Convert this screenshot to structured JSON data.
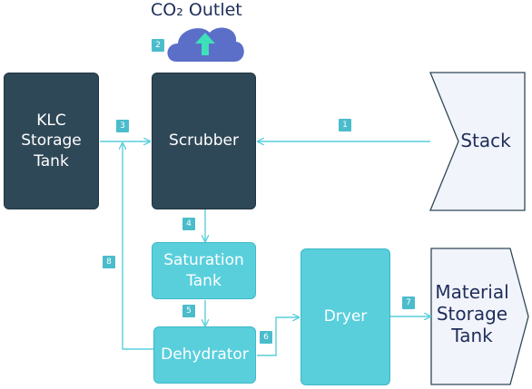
{
  "outlet": {
    "title": "CO₂ Outlet",
    "badge": "2"
  },
  "nodes": {
    "klc": "KLC\nStorage\nTank",
    "scrubber": "Scrubber",
    "stack": "Stack",
    "saturation": "Saturation\nTank",
    "dehydrator": "Dehydrator",
    "dryer": "Dryer",
    "material": "Material\nStorage\nTank"
  },
  "badges": {
    "b1": "1",
    "b3": "3",
    "b4": "4",
    "b5": "5",
    "b6": "6",
    "b7": "7",
    "b8": "8"
  },
  "colors": {
    "dark": "#2f4858",
    "teal": "#59cfdc",
    "arrow": "#59cfdc",
    "badge": "#4bbccb",
    "cloud": "#5b6fc8",
    "cloud_arrow": "#3ee0b8"
  }
}
